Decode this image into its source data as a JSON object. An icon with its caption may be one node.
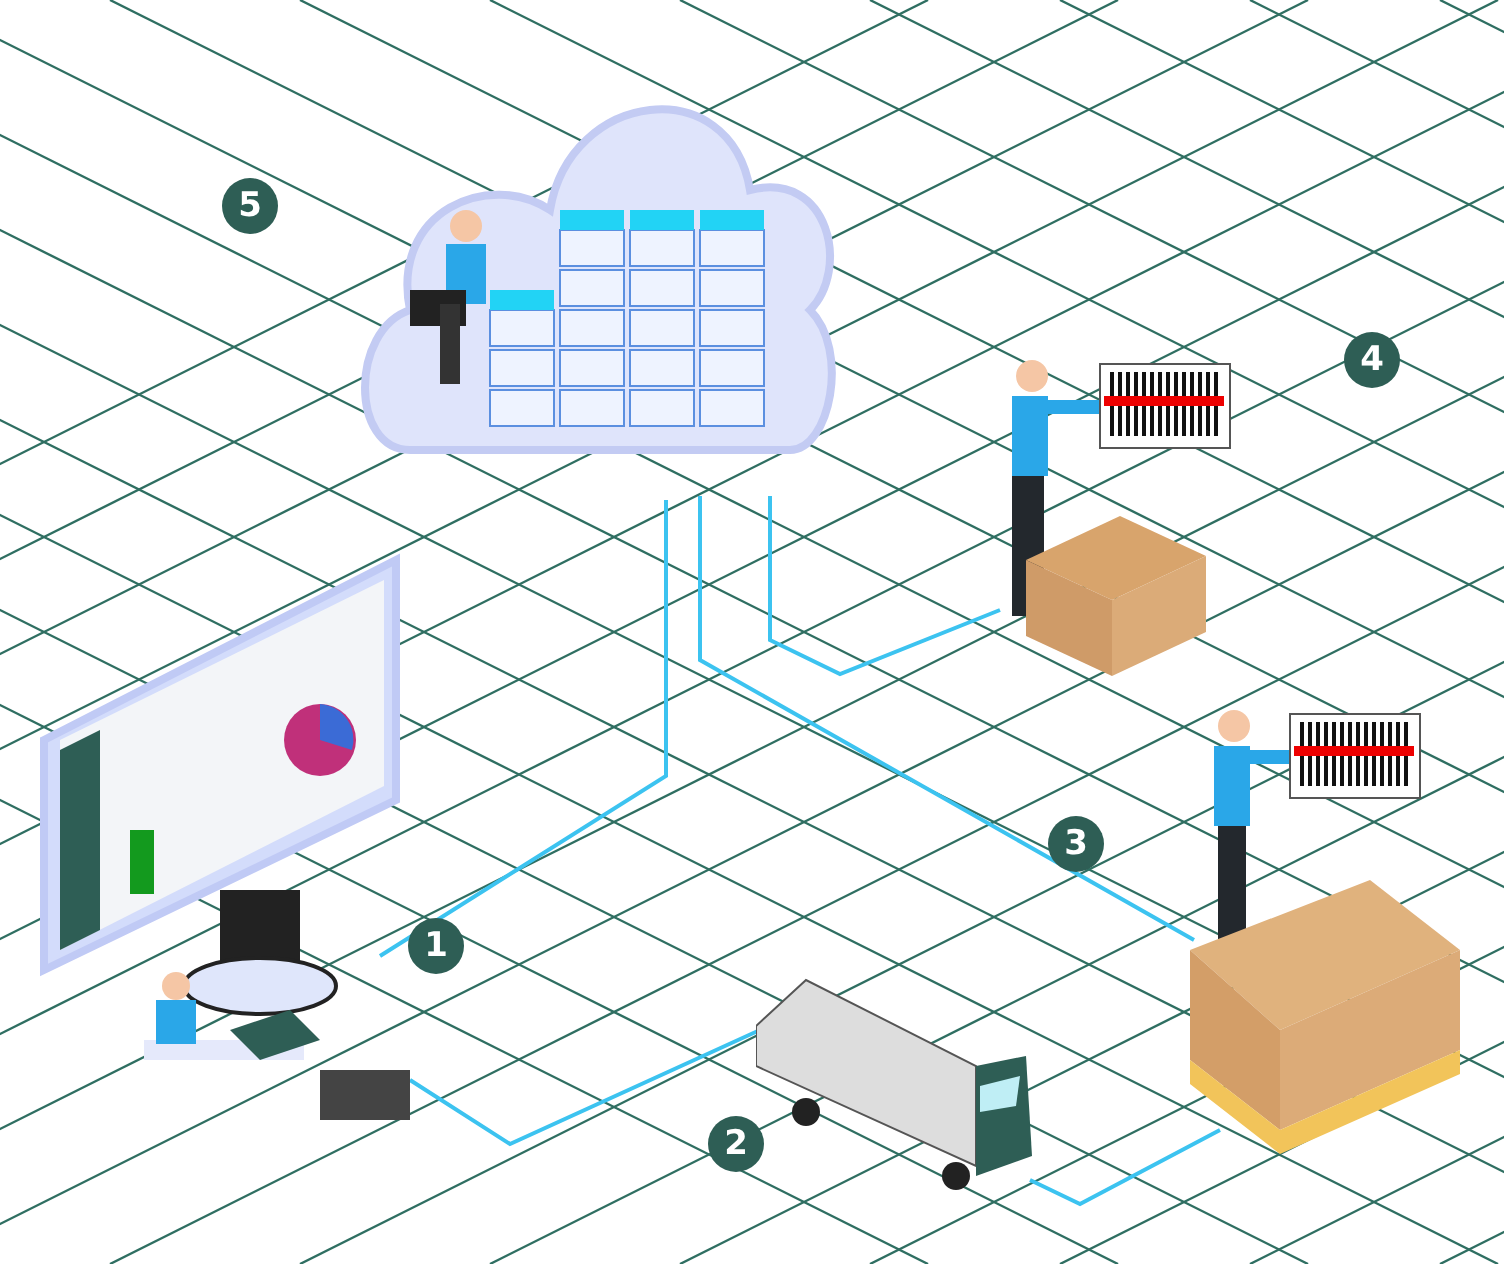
{
  "diagram": {
    "nodes": [
      {
        "text": [],
        "shape": "cloud"
      },
      {
        "text": [],
        "shape": "picture"
      },
      {
        "text": [],
        "shape": "picture"
      },
      {
        "text": [],
        "shape": "picture"
      },
      {
        "text": [],
        "shape": "picture"
      }
    ],
    "edges": [
      {
        "from": 0,
        "to": 1,
        "arrow": "none"
      },
      {
        "from": 1,
        "to": 2,
        "arrow": "none"
      },
      {
        "from": 2,
        "to": 4,
        "arrow": "none"
      },
      {
        "from": 0,
        "to": 3,
        "arrow": "none"
      },
      {
        "from": 0,
        "to": 4,
        "arrow": "none"
      }
    ],
    "labels": [
      "5",
      "4",
      "3",
      "1",
      "2"
    ]
  }
}
